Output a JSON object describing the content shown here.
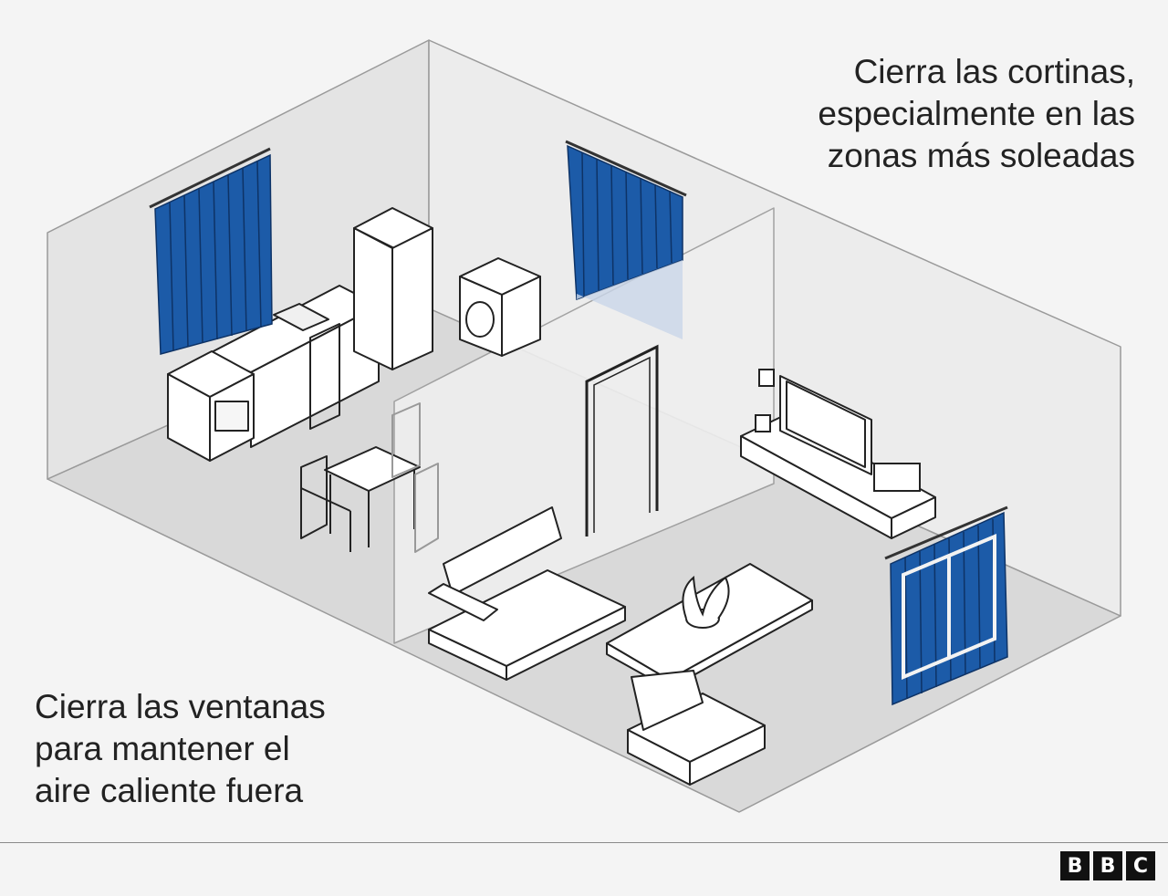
{
  "captions": {
    "top": [
      "Cierra las cortinas,",
      "especialmente en las",
      "zonas más soleadas"
    ],
    "bottom": [
      "Cierra las ventanas",
      "para mantener el",
      "aire caliente fuera"
    ]
  },
  "logo": {
    "letters": [
      "B",
      "B",
      "C"
    ],
    "color": "#111111"
  },
  "colors": {
    "background": "#f4f4f4",
    "wall": "#e2e2e2",
    "floor": "#d8d8d8",
    "curtain": "#1c5ba8",
    "furniture": "#ffffff",
    "outline": "#222222"
  },
  "icons": [
    "curtain-icon",
    "fridge-icon",
    "washing-machine-icon",
    "stove-icon",
    "dining-table-icon",
    "sofa-icon",
    "armchair-icon",
    "coffee-table-icon",
    "plant-icon",
    "tv-icon",
    "speaker-icon",
    "window-icon",
    "doorway-icon"
  ]
}
